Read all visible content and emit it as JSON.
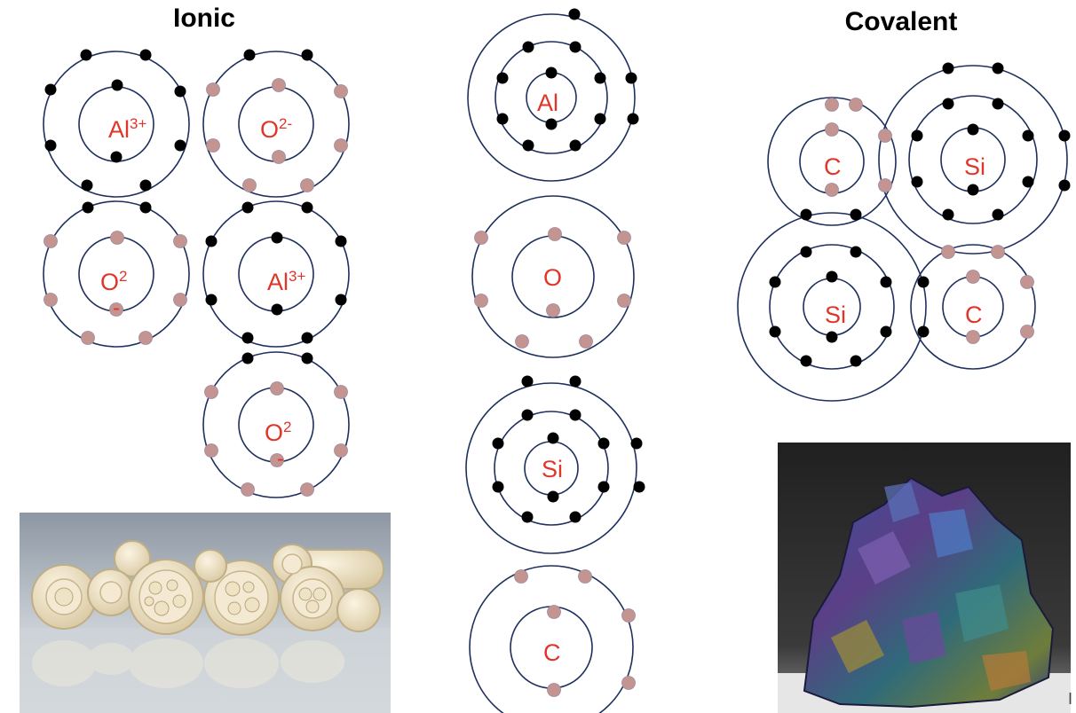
{
  "headings": {
    "ionic": "Ionic",
    "covalent": "Covalent"
  },
  "colors": {
    "label": "#e0362a",
    "line": "#1f2f5e",
    "electron_dark": "#000000",
    "electron_light": "#c49590"
  },
  "atoms": {
    "ionic_al_1": {
      "symbol": "Al",
      "charge": "3+"
    },
    "ionic_o_1": {
      "symbol": "O",
      "charge": "2-"
    },
    "ionic_o_2": {
      "symbol": "O",
      "charge_sup": "2",
      "charge_below": "-"
    },
    "ionic_al_2": {
      "symbol": "Al",
      "charge": "3+"
    },
    "ionic_o_3": {
      "symbol": "O",
      "charge_sup": "2",
      "charge_below": "-"
    },
    "neutral_al": {
      "symbol": "Al"
    },
    "neutral_o": {
      "symbol": "O"
    },
    "neutral_si": {
      "symbol": "Si"
    },
    "neutral_c": {
      "symbol": "C"
    },
    "covalent_c_1": {
      "symbol": "C"
    },
    "covalent_si_1": {
      "symbol": "Si"
    },
    "covalent_si_2": {
      "symbol": "Si"
    },
    "covalent_c_2": {
      "symbol": "C"
    }
  },
  "photos": {
    "ceramic_tubes": {
      "subject": "alumina ceramic tubes"
    },
    "silicon_carbide": {
      "subject": "silicon carbide crystal"
    }
  },
  "edge_glyph": "I"
}
